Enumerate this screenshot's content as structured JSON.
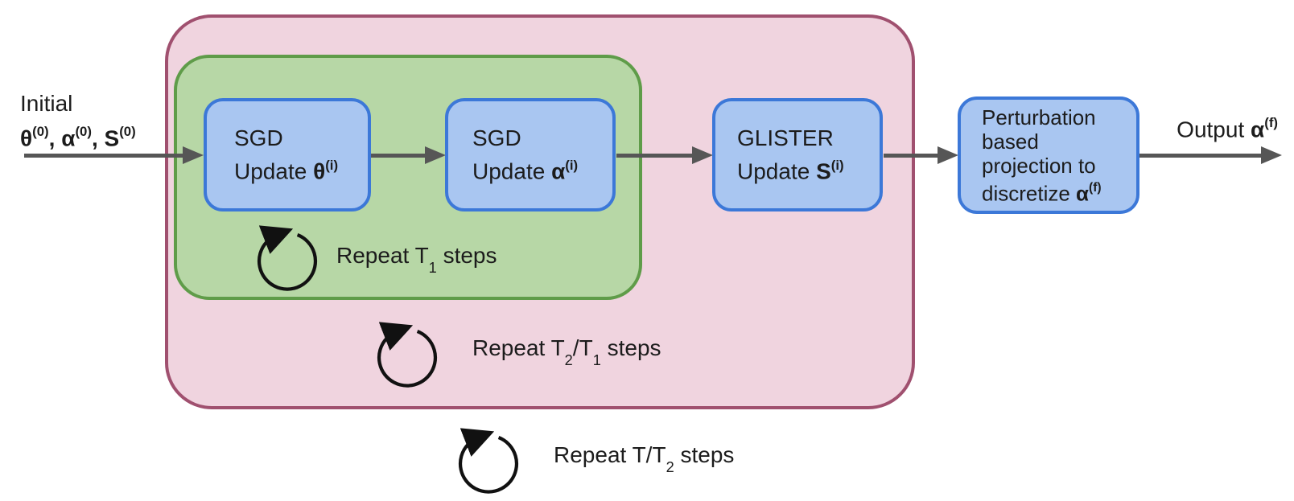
{
  "colors": {
    "outer_container_fill": "#f0d4df",
    "outer_container_border": "#a0506f",
    "inner_container_fill": "#b7d7a6",
    "inner_container_border": "#5f9c49",
    "process_box_fill": "#a9c6f1",
    "process_box_border": "#3c78d8",
    "arrow": "#565656",
    "loop_arrow": "#111111",
    "text": "#1c1c1c"
  },
  "initial": {
    "title": "Initial",
    "parts": [
      {
        "base": "θ",
        "sup": "(0)",
        "sep": ", "
      },
      {
        "base": "α",
        "sup": "(0)",
        "sep": ", "
      },
      {
        "base": "S",
        "sup": "(0)",
        "sep": ""
      }
    ]
  },
  "boxes": [
    {
      "line1": "SGD",
      "line2_prefix": "Update ",
      "symbol": "θ",
      "sup": "(i)"
    },
    {
      "line1": "SGD",
      "line2_prefix": "Update ",
      "symbol": "α",
      "sup": "(i)"
    },
    {
      "line1": "GLISTER",
      "line2_prefix": "Update ",
      "symbol": "S",
      "sup": "(i)"
    },
    {
      "lines": [
        "Perturbation",
        "based",
        "projection to"
      ],
      "last_prefix": "discretize ",
      "symbol": "α",
      "sup": "(f)"
    }
  ],
  "output": {
    "prefix": "Output ",
    "symbol": "α",
    "sup": "(f)"
  },
  "loops": [
    {
      "prefix": "Repeat T",
      "sub1": "1",
      "mid": "",
      "sub2": "",
      "suffix": " steps"
    },
    {
      "prefix": "Repeat T",
      "sub1": "2",
      "mid": "/T",
      "sub2": "1",
      "suffix": " steps"
    },
    {
      "prefix": "Repeat T/T",
      "sub1": "2",
      "mid": "",
      "sub2": "",
      "suffix": " steps"
    }
  ]
}
